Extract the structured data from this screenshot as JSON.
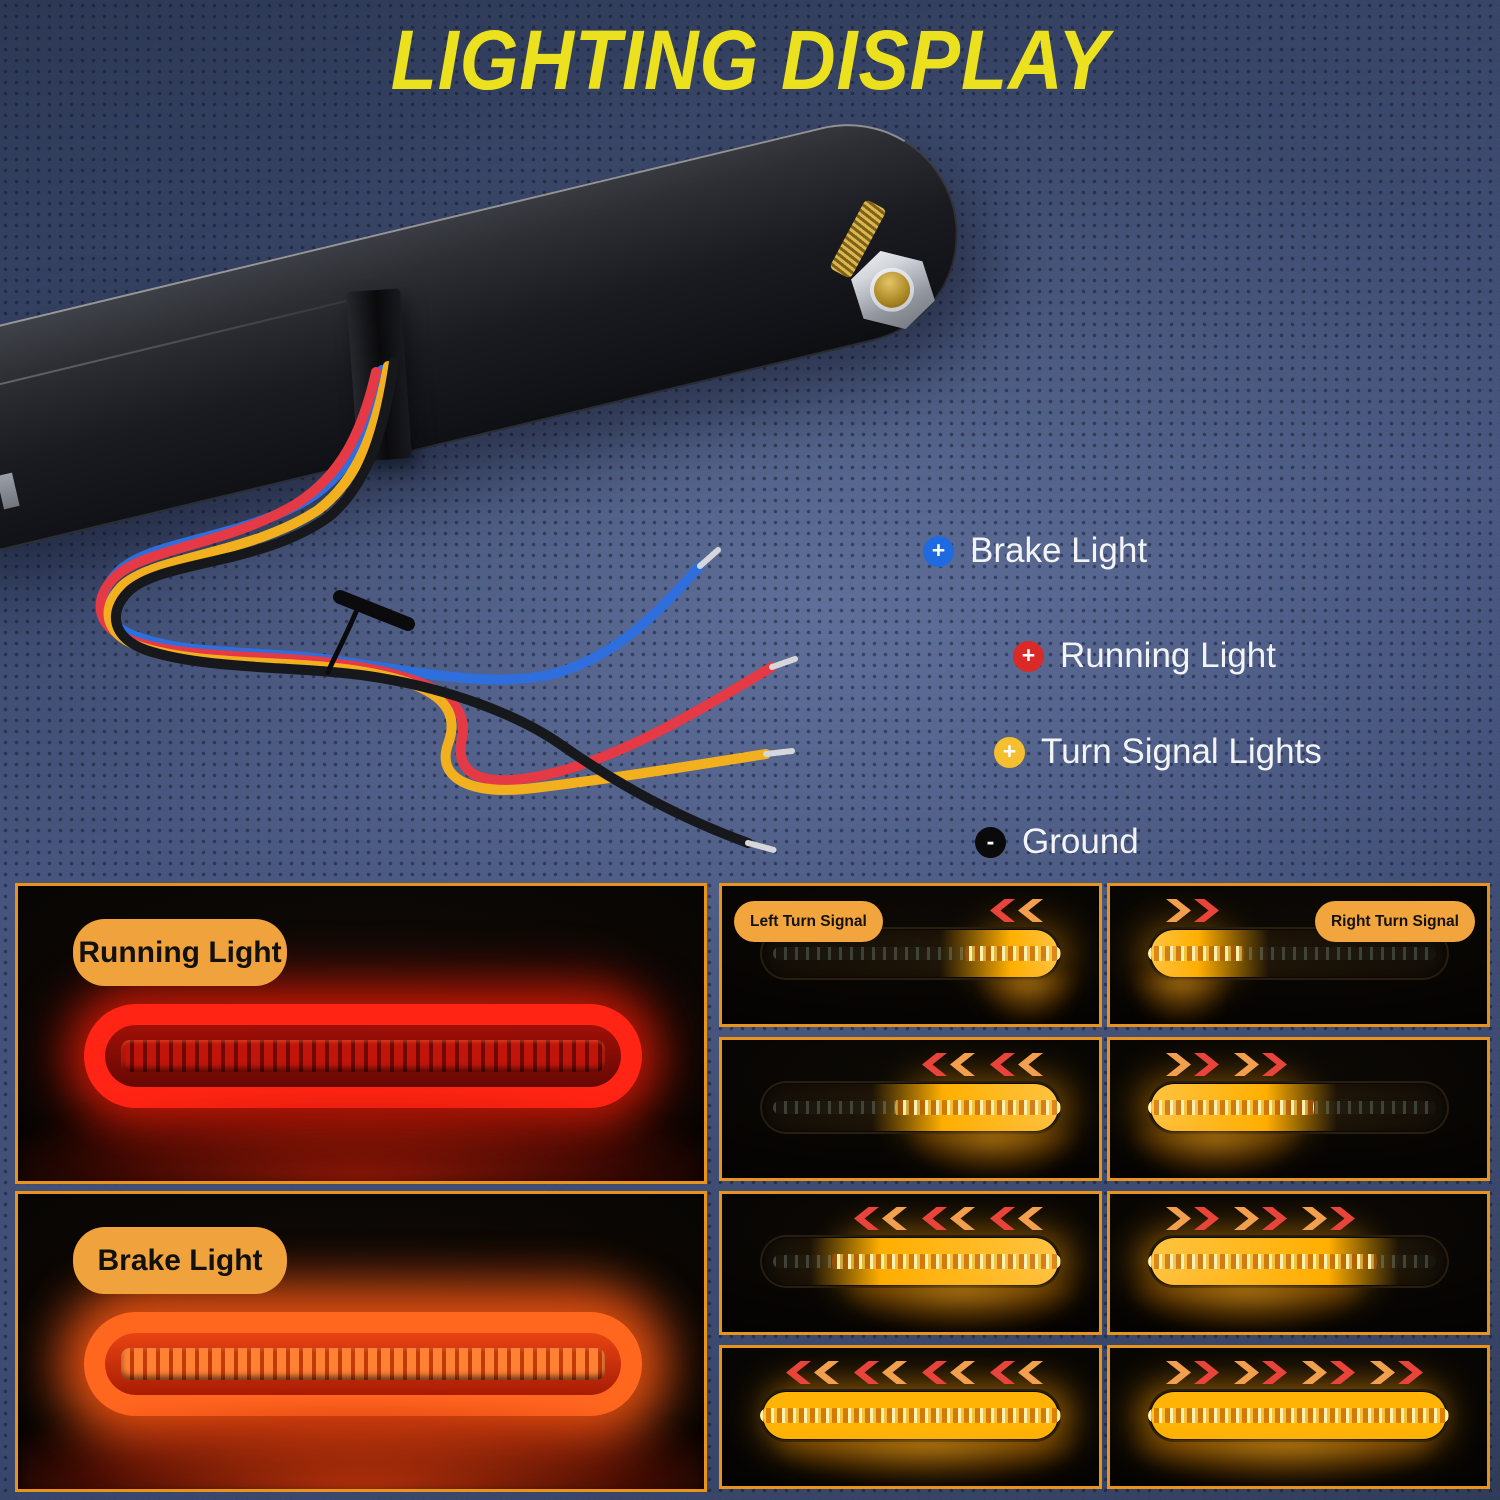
{
  "title": "LIGHTING DISPLAY",
  "colors": {
    "background": "#47557e",
    "title": "#ece11e",
    "badge_orange": "#f0a33c",
    "panel_border": "#e8941c",
    "amber_lit": "#ffb200",
    "chevron_red": "#e9443a",
    "chevron_orange": "#f3a04e",
    "running_red": "#ff2413",
    "brake_orange_red": "#ff671f"
  },
  "wires": [
    {
      "id": "brake",
      "polarity": "+",
      "dot_color": "#1e6ae0",
      "wire_color": "#2e6fdd",
      "label": "Brake Light"
    },
    {
      "id": "running",
      "polarity": "+",
      "dot_color": "#d92a28",
      "wire_color": "#e63946",
      "label": "Running Light"
    },
    {
      "id": "turn",
      "polarity": "+",
      "dot_color": "#f6bf2f",
      "wire_color": "#f2b01e",
      "label": "Turn Signal Lights"
    },
    {
      "id": "ground",
      "polarity": "-",
      "dot_color": "#0a0a0a",
      "wire_color": "#17181b",
      "label": "Ground"
    }
  ],
  "demo_panels": [
    {
      "id": "running",
      "label": "Running Light",
      "mode": "running"
    },
    {
      "id": "brake",
      "label": "Brake Light",
      "mode": "brake"
    }
  ],
  "signal_panels": [
    {
      "row": 1,
      "side": "left",
      "badge": "Left Turn Signal",
      "chevron_pairs": 1,
      "lit_percent": 32
    },
    {
      "row": 1,
      "side": "right",
      "badge": "Right Turn Signal",
      "chevron_pairs": 1,
      "lit_percent": 32
    },
    {
      "row": 2,
      "side": "left",
      "badge": "",
      "chevron_pairs": 2,
      "lit_percent": 55
    },
    {
      "row": 2,
      "side": "right",
      "badge": "",
      "chevron_pairs": 2,
      "lit_percent": 55
    },
    {
      "row": 3,
      "side": "left",
      "badge": "",
      "chevron_pairs": 3,
      "lit_percent": 76
    },
    {
      "row": 3,
      "side": "right",
      "badge": "",
      "chevron_pairs": 3,
      "lit_percent": 76
    },
    {
      "row": 4,
      "side": "left",
      "badge": "",
      "chevron_pairs": 4,
      "lit_percent": 100
    },
    {
      "row": 4,
      "side": "right",
      "badge": "",
      "chevron_pairs": 4,
      "lit_percent": 100
    }
  ]
}
